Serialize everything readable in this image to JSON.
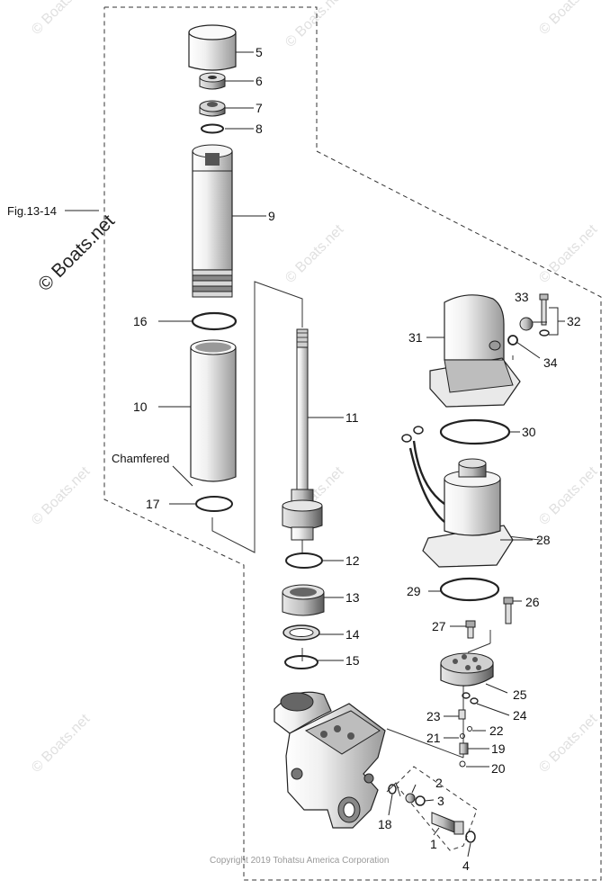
{
  "figure": {
    "ref": "Fig.13-14",
    "watermark": "© Boats.net",
    "copyright": "Copyright 2019 Tohatsu America Corporation",
    "note_chamfered": "Chamfered"
  },
  "callouts": [
    "1",
    "2",
    "3",
    "4",
    "5",
    "6",
    "7",
    "8",
    "9",
    "10",
    "11",
    "12",
    "13",
    "14",
    "15",
    "16",
    "17",
    "18",
    "19",
    "20",
    "21",
    "22",
    "23",
    "24",
    "25",
    "26",
    "27",
    "28",
    "29",
    "30",
    "31",
    "32",
    "33",
    "34"
  ]
}
